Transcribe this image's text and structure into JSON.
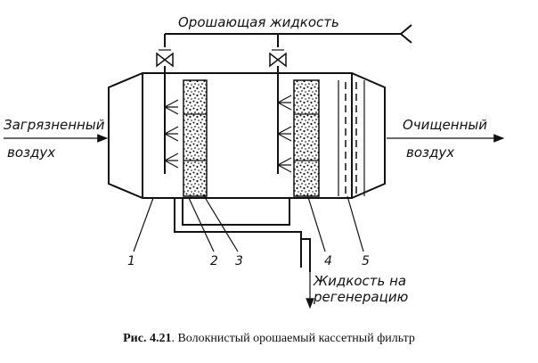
{
  "labels": {
    "irrigating_liquid": "Орошающая жидкость",
    "dirty_air_line1": "Загрязненный",
    "dirty_air_line2": "воздух",
    "clean_air_line1": "Очищенный",
    "clean_air_line2": "воздух",
    "regen_line1": "Жидкость на",
    "regen_line2": "регенерацию"
  },
  "callouts": [
    "1",
    "2",
    "3",
    "4",
    "5"
  ],
  "caption": {
    "prefix": "Рис. 4.21",
    "text": ". Волокнистый орошаемый кассетный фильтр"
  }
}
